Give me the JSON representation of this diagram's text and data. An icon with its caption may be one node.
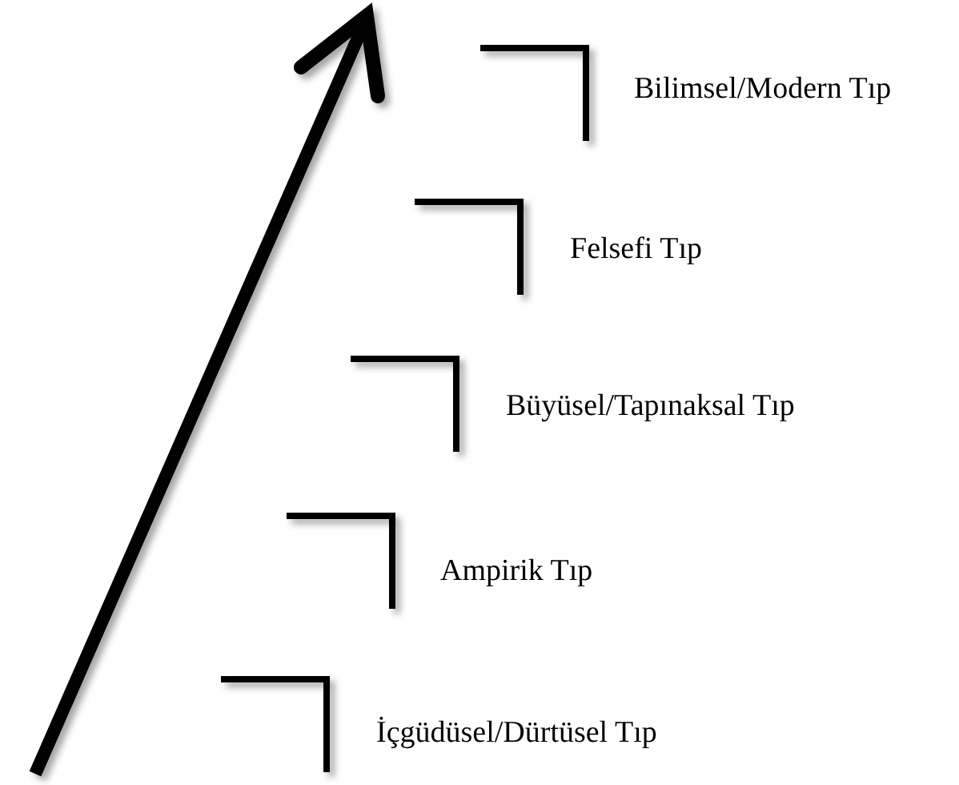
{
  "diagram": {
    "labels": [
      "Bilimsel/Modern Tıp",
      "Felsefi Tıp",
      "Büyüsel/Tapınaksal Tıp",
      "Ampirik Tıp",
      "İçgüdüsel/Dürtüsel Tıp"
    ]
  }
}
